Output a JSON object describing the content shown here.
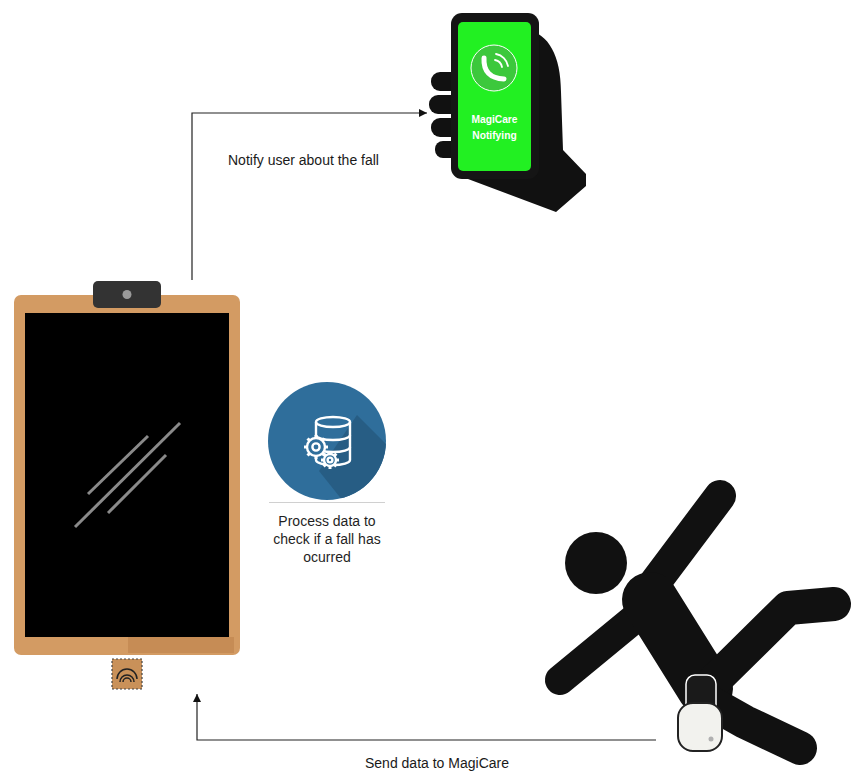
{
  "diagram": {
    "nodes": [
      {
        "text": [
          "MagiCare Notifying"
        ]
      },
      {
        "text": [
          "Process data to check if a fall has ocurred"
        ]
      }
    ],
    "labels": [
      "Notify user about the fall",
      "Send data to MagiCare"
    ]
  }
}
